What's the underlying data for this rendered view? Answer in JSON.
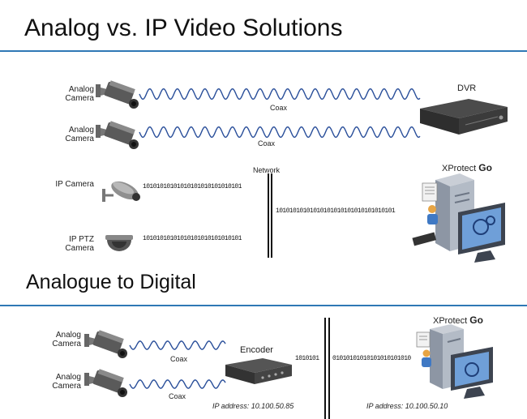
{
  "title_top": "Analog vs. IP Video Solutions",
  "title_bottom": "Analogue to Digital",
  "top": {
    "analog_camera_1": "Analog Camera",
    "analog_camera_2": "Analog Camera",
    "coax_1": "Coax",
    "coax_2": "Coax",
    "dvr": "DVR",
    "network": "Network",
    "ip_camera": "IP Camera",
    "ip_ptz_camera": "IP PTZ Camera",
    "xprotect": "XProtect",
    "go": "Go",
    "bits_ip": "10101010101010101010101010101",
    "bits_ptz": "10101010101010101010101010101",
    "bits_out": "10101010101010101010101010101010101"
  },
  "bottom": {
    "analog_camera_1": "Analog Camera",
    "analog_camera_2": "Analog Camera",
    "coax_1": "Coax",
    "coax_2": "Coax",
    "encoder": "Encoder",
    "xprotect": "XProtect",
    "go": "Go",
    "bits_left": "1010101",
    "bits_right": "01010101010101010101010",
    "ip_encoder": "IP address: 10.100.50.85",
    "ip_server": "IP address: 10.100.50.10"
  },
  "colors": {
    "rule": "#2f78b5",
    "wave": "#2a4f9a"
  }
}
